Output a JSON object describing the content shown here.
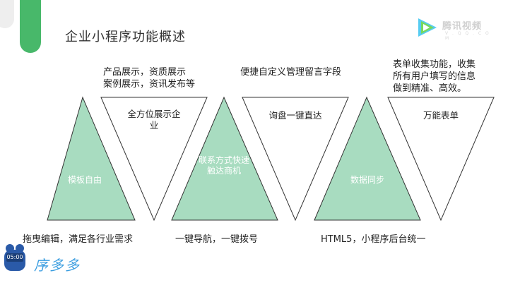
{
  "title": "企业小程序功能概述",
  "video_logo": {
    "name": "腾讯视频",
    "sub": "V . Q Q . C O M"
  },
  "colors": {
    "accent": "#48b86a",
    "triangle_fill": "#a8dcc0",
    "triangle_stroke": "#333333"
  },
  "top_notes": {
    "n1_line1": "产品展示，资质展示",
    "n1_line2": "案例展示，资讯发布等",
    "n2": "便捷自定义管理留言字段",
    "n3_line1": "表单收集功能，收集",
    "n3_line2": "所有用户填写的信息",
    "n3_line3": "做到精准、高效。"
  },
  "inverted": {
    "i1_line1": "全方位展示企",
    "i1_line2": "业",
    "i2": "询盘一键直达",
    "i3": "万能表单"
  },
  "triangles": {
    "t1": "模板自由",
    "t2_line1": "联系方式快速",
    "t2_line2": "触达商机",
    "t3": "数据同步"
  },
  "bottom_notes": {
    "b1": "拖曳编辑，满足各行业需求",
    "b2": "一键导航，一键拨号",
    "b3": "HTML5，小程序后台统一"
  },
  "badge_time": "05:00",
  "brand": "序多多"
}
